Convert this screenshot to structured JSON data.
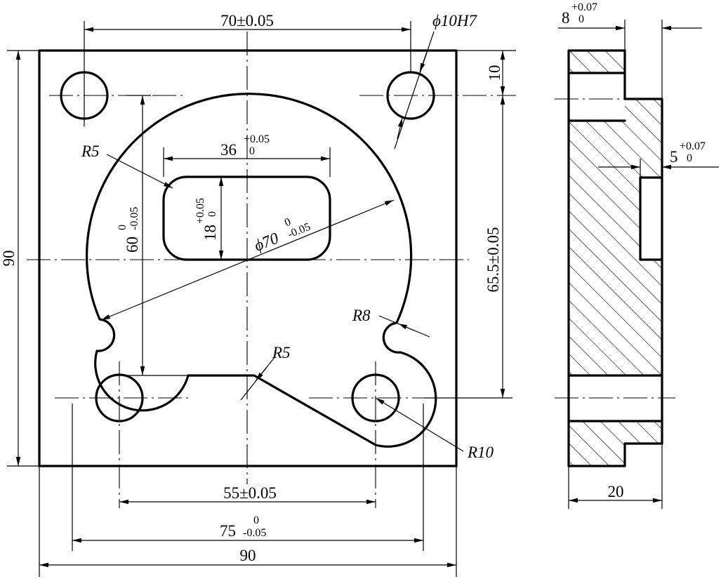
{
  "dimensions": {
    "hole_spacing_top": "70±0.05",
    "hole_tolerance": "ϕ10H7",
    "hole_edge_offset": "10",
    "slot_width": "36",
    "slot_width_tol_upper": "+0.05",
    "slot_width_tol_lower": "0",
    "slot_height": "18",
    "slot_height_tol_upper": "+0.05",
    "slot_height_tol_lower": "0",
    "slot_corner_radius": "R5",
    "arc_diameter": "ϕ70",
    "arc_diameter_tol_upper": "0",
    "arc_diameter_tol_lower": "-0.05",
    "hole_to_center_vertical": "60",
    "hole_to_center_vertical_tol_upper": "0",
    "hole_to_center_vertical_tol_lower": "-0.05",
    "overall_height": "90",
    "hole_vertical_spacing": "65.5±0.05",
    "notch_radius": "R8",
    "cam_corner_radius": "R5",
    "boss_radius": "R10",
    "bottom_hole_spacing": "55±0.05",
    "boss_outer_width": "75",
    "boss_outer_width_tol_upper": "0",
    "boss_outer_width_tol_lower": "-0.05",
    "overall_width": "90",
    "side_top_step": "8",
    "side_top_step_tol_upper": "+0.07",
    "side_top_step_tol_lower": "0",
    "side_pocket_depth": "5",
    "side_pocket_depth_tol_upper": "+0.07",
    "side_pocket_depth_tol_lower": "0",
    "side_thickness": "20"
  }
}
